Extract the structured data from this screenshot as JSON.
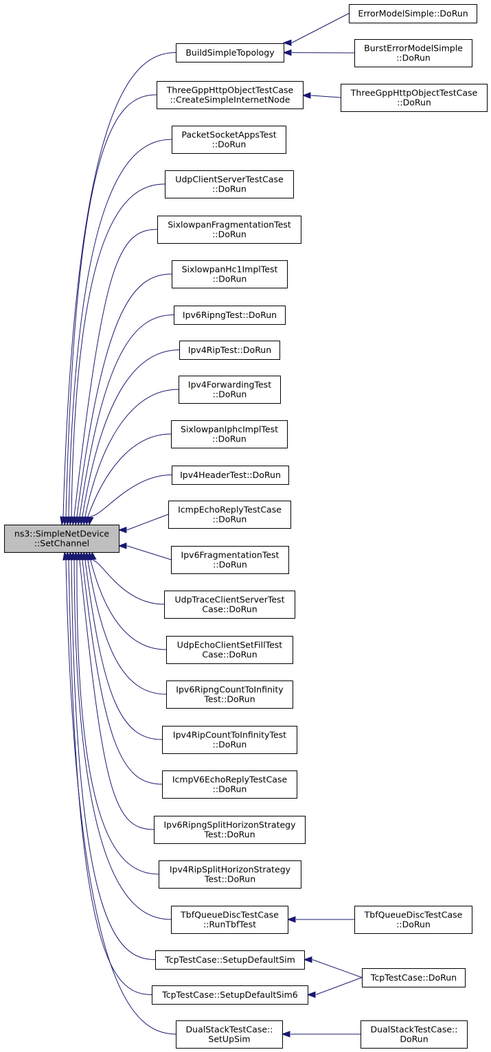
{
  "graph": {
    "root": {
      "id": "root",
      "lines": [
        "ns3::SimpleNetDevice",
        "::SetChannel"
      ]
    },
    "callers": [
      {
        "id": "n1",
        "lines": [
          "BuildSimpleTopology"
        ]
      },
      {
        "id": "n2",
        "lines": [
          "ThreeGppHttpObjectTestCase",
          "::CreateSimpleInternetNode"
        ]
      },
      {
        "id": "n3",
        "lines": [
          "PacketSocketAppsTest",
          "::DoRun"
        ]
      },
      {
        "id": "n4",
        "lines": [
          "UdpClientServerTestCase",
          "::DoRun"
        ]
      },
      {
        "id": "n5",
        "lines": [
          "SixlowpanFragmentationTest",
          "::DoRun"
        ]
      },
      {
        "id": "n6",
        "lines": [
          "SixlowpanHc1ImplTest",
          "::DoRun"
        ]
      },
      {
        "id": "n7",
        "lines": [
          "Ipv6RipngTest::DoRun"
        ]
      },
      {
        "id": "n8",
        "lines": [
          "Ipv4RipTest::DoRun"
        ]
      },
      {
        "id": "n9",
        "lines": [
          "Ipv4ForwardingTest",
          "::DoRun"
        ]
      },
      {
        "id": "n10",
        "lines": [
          "SixlowpanIphcImplTest",
          "::DoRun"
        ]
      },
      {
        "id": "n11",
        "lines": [
          "Ipv4HeaderTest::DoRun"
        ]
      },
      {
        "id": "n12",
        "lines": [
          "IcmpEchoReplyTestCase",
          "::DoRun"
        ]
      },
      {
        "id": "n13",
        "lines": [
          "Ipv6FragmentationTest",
          "::DoRun"
        ]
      },
      {
        "id": "n14",
        "lines": [
          "UdpTraceClientServerTest",
          "Case::DoRun"
        ]
      },
      {
        "id": "n15",
        "lines": [
          "UdpEchoClientSetFillTest",
          "Case::DoRun"
        ]
      },
      {
        "id": "n16",
        "lines": [
          "Ipv6RipngCountToInfinity",
          "Test::DoRun"
        ]
      },
      {
        "id": "n17",
        "lines": [
          "Ipv4RipCountToInfinityTest",
          "::DoRun"
        ]
      },
      {
        "id": "n18",
        "lines": [
          "IcmpV6EchoReplyTestCase",
          "::DoRun"
        ]
      },
      {
        "id": "n19",
        "lines": [
          "Ipv6RipngSplitHorizonStrategy",
          "Test::DoRun"
        ]
      },
      {
        "id": "n20",
        "lines": [
          "Ipv4RipSplitHorizonStrategy",
          "Test::DoRun"
        ]
      },
      {
        "id": "n21",
        "lines": [
          "TbfQueueDiscTestCase",
          "::RunTbfTest"
        ]
      },
      {
        "id": "n22",
        "lines": [
          "TcpTestCase::SetupDefaultSim"
        ]
      },
      {
        "id": "n23",
        "lines": [
          "TcpTestCase::SetupDefaultSim6"
        ]
      },
      {
        "id": "n24",
        "lines": [
          "DualStackTestCase::",
          "SetUpSim"
        ]
      }
    ],
    "second_level": [
      {
        "id": "m1",
        "lines": [
          "ErrorModelSimple::DoRun"
        ],
        "calls": [
          "n1"
        ]
      },
      {
        "id": "m2",
        "lines": [
          "BurstErrorModelSimple",
          "::DoRun"
        ],
        "calls": [
          "n1"
        ]
      },
      {
        "id": "m3",
        "lines": [
          "ThreeGppHttpObjectTestCase",
          "::DoRun"
        ],
        "calls": [
          "n2"
        ]
      },
      {
        "id": "m4",
        "lines": [
          "TbfQueueDiscTestCase",
          "::DoRun"
        ],
        "calls": [
          "n21"
        ]
      },
      {
        "id": "m5",
        "lines": [
          "TcpTestCase::DoRun"
        ],
        "calls": [
          "n22",
          "n23"
        ]
      },
      {
        "id": "m6",
        "lines": [
          "DualStackTestCase::",
          "DoRun"
        ],
        "calls": [
          "n24"
        ]
      }
    ],
    "colors": {
      "edge": "#191970",
      "root_fill": "#bfbfbf",
      "node_fill": "#ffffff",
      "node_border": "#000000"
    }
  }
}
